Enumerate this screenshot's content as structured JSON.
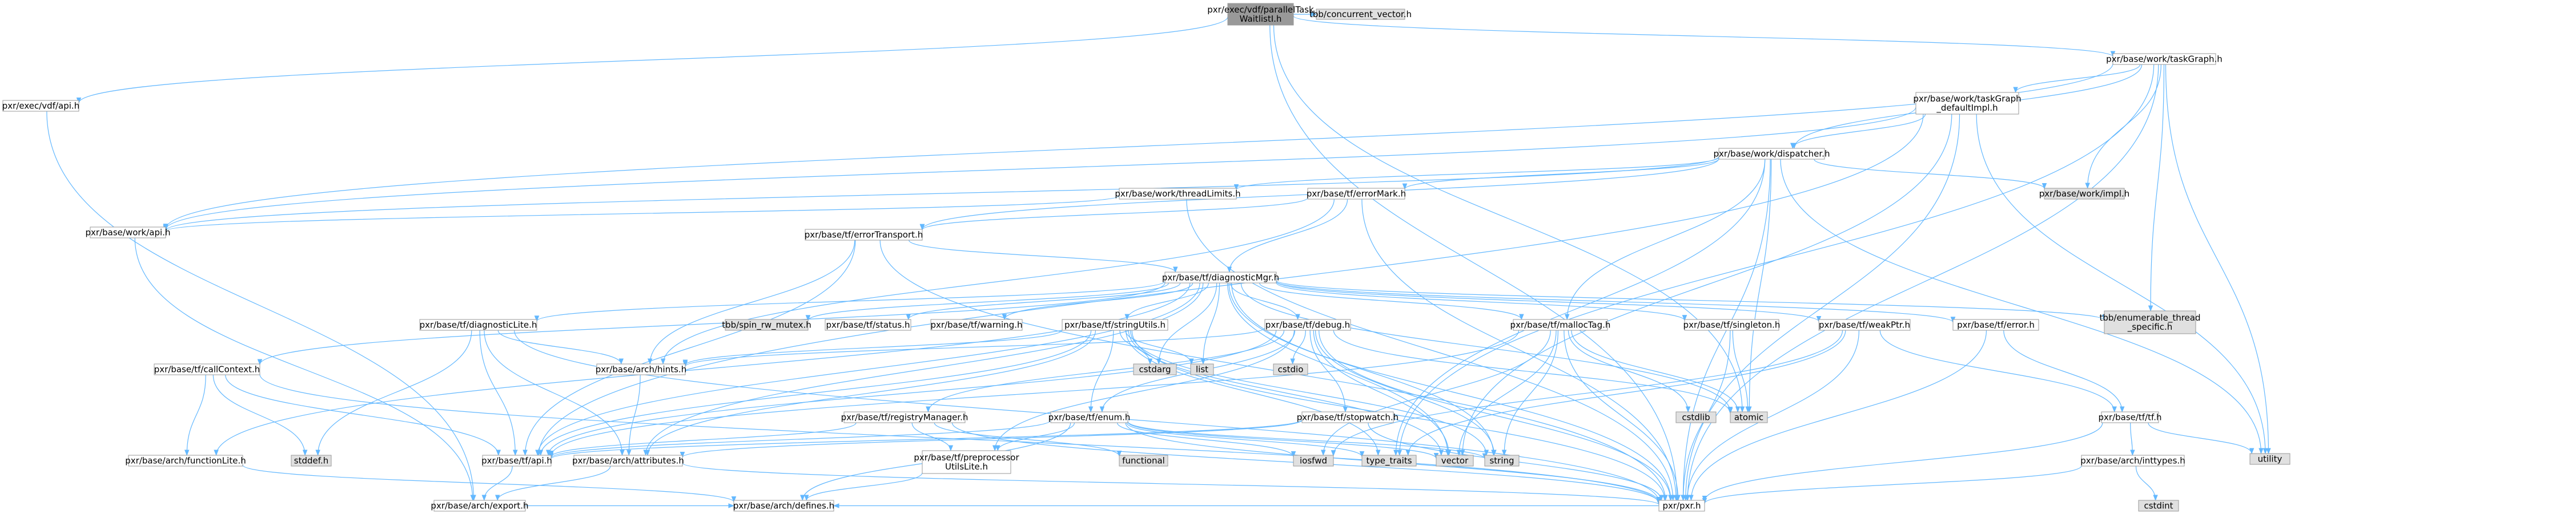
{
  "colors": {
    "root_fill": "#999999",
    "node_fill": "#ffffff",
    "external_fill": "#e0e0e0",
    "truncated_border": "#ff0000",
    "border": "#999999",
    "edge": "#63b8ff",
    "text": "#000000"
  },
  "nodes": [
    {
      "id": "root",
      "lines": [
        "pxr/exec/vdf/parallelTask",
        "WaitlistI.h"
      ],
      "kind": "root"
    },
    {
      "id": "tbb_cv",
      "lines": [
        "tbb/concurrent_vector.h"
      ],
      "kind": "external"
    },
    {
      "id": "exec_api",
      "lines": [
        "pxr/exec/vdf/api.h"
      ],
      "kind": "normal"
    },
    {
      "id": "taskgraph",
      "lines": [
        "pxr/base/work/taskGraph.h"
      ],
      "kind": "normal"
    },
    {
      "id": "taskgraph_impl",
      "lines": [
        "pxr/base/work/taskGraph",
        "_defaultImpl.h"
      ],
      "kind": "normal"
    },
    {
      "id": "dispatcher",
      "lines": [
        "pxr/base/work/dispatcher.h"
      ],
      "kind": "normal"
    },
    {
      "id": "work_threadlimits",
      "lines": [
        "pxr/base/work/threadLimits.h"
      ],
      "kind": "normal"
    },
    {
      "id": "work_impl",
      "lines": [
        "pxr/base/work/impl.h"
      ],
      "kind": "external"
    },
    {
      "id": "tf_errormark",
      "lines": [
        "pxr/base/tf/errorMark.h"
      ],
      "kind": "normal"
    },
    {
      "id": "work_api",
      "lines": [
        "pxr/base/work/api.h"
      ],
      "kind": "normal"
    },
    {
      "id": "tf_errortransport",
      "lines": [
        "pxr/base/tf/errorTransport.h"
      ],
      "kind": "normal"
    },
    {
      "id": "tf_diagnosticmgr",
      "lines": [
        "pxr/base/tf/diagnosticMgr.h"
      ],
      "kind": "normal"
    },
    {
      "id": "tf_diagnosticlite",
      "lines": [
        "pxr/base/tf/diagnosticLite.h"
      ],
      "kind": "truncated"
    },
    {
      "id": "tbb_spin",
      "lines": [
        "tbb/spin_rw_mutex.h"
      ],
      "kind": "external"
    },
    {
      "id": "tf_status",
      "lines": [
        "pxr/base/tf/status.h"
      ],
      "kind": "truncated"
    },
    {
      "id": "tf_warning",
      "lines": [
        "pxr/base/tf/warning.h"
      ],
      "kind": "truncated"
    },
    {
      "id": "tf_stringutils",
      "lines": [
        "pxr/base/tf/stringUtils.h"
      ],
      "kind": "truncated"
    },
    {
      "id": "tf_debug",
      "lines": [
        "pxr/base/tf/debug.h"
      ],
      "kind": "normal"
    },
    {
      "id": "tf_malloctag",
      "lines": [
        "pxr/base/tf/mallocTag.h"
      ],
      "kind": "normal"
    },
    {
      "id": "tf_singleton",
      "lines": [
        "pxr/base/tf/singleton.h"
      ],
      "kind": "truncated"
    },
    {
      "id": "tf_weakptr",
      "lines": [
        "pxr/base/tf/weakPtr.h"
      ],
      "kind": "truncated"
    },
    {
      "id": "tf_error",
      "lines": [
        "pxr/base/tf/error.h"
      ],
      "kind": "truncated"
    },
    {
      "id": "tbb_ets",
      "lines": [
        "tbb/enumerable_thread",
        "_specific.h"
      ],
      "kind": "external"
    },
    {
      "id": "tf_callcontext",
      "lines": [
        "pxr/base/tf/callContext.h"
      ],
      "kind": "normal"
    },
    {
      "id": "arch_hints",
      "lines": [
        "pxr/base/arch/hints.h"
      ],
      "kind": "normal"
    },
    {
      "id": "cstdarg",
      "lines": [
        "cstdarg"
      ],
      "kind": "external"
    },
    {
      "id": "list",
      "lines": [
        "list"
      ],
      "kind": "external"
    },
    {
      "id": "cstdio",
      "lines": [
        "cstdio"
      ],
      "kind": "external"
    },
    {
      "id": "tf_registrymanager",
      "lines": [
        "pxr/base/tf/registryManager.h"
      ],
      "kind": "truncated"
    },
    {
      "id": "tf_enum",
      "lines": [
        "pxr/base/tf/enum.h"
      ],
      "kind": "truncated"
    },
    {
      "id": "tf_stopwatch",
      "lines": [
        "pxr/base/tf/stopwatch.h"
      ],
      "kind": "truncated"
    },
    {
      "id": "cstdlib",
      "lines": [
        "cstdlib"
      ],
      "kind": "external"
    },
    {
      "id": "atomic",
      "lines": [
        "atomic"
      ],
      "kind": "external"
    },
    {
      "id": "tf_tf",
      "lines": [
        "pxr/base/tf/tf.h"
      ],
      "kind": "truncated"
    },
    {
      "id": "utility",
      "lines": [
        "utility"
      ],
      "kind": "external"
    },
    {
      "id": "arch_functionlite",
      "lines": [
        "pxr/base/arch/functionLite.h"
      ],
      "kind": "normal"
    },
    {
      "id": "stddef",
      "lines": [
        "stddef.h"
      ],
      "kind": "external"
    },
    {
      "id": "tf_api",
      "lines": [
        "pxr/base/tf/api.h"
      ],
      "kind": "normal"
    },
    {
      "id": "arch_attributes",
      "lines": [
        "pxr/base/arch/attributes.h"
      ],
      "kind": "truncated"
    },
    {
      "id": "functional",
      "lines": [
        "functional"
      ],
      "kind": "external"
    },
    {
      "id": "tf_preprocessorutilslite",
      "lines": [
        "pxr/base/tf/preprocessor",
        "UtilsLite.h"
      ],
      "kind": "normal"
    },
    {
      "id": "iosfwd",
      "lines": [
        "iosfwd"
      ],
      "kind": "external"
    },
    {
      "id": "type_traits",
      "lines": [
        "type_traits"
      ],
      "kind": "external"
    },
    {
      "id": "vector",
      "lines": [
        "vector"
      ],
      "kind": "external"
    },
    {
      "id": "string",
      "lines": [
        "string"
      ],
      "kind": "external"
    },
    {
      "id": "arch_inttypes",
      "lines": [
        "pxr/base/arch/inttypes.h"
      ],
      "kind": "truncated"
    },
    {
      "id": "cstdint",
      "lines": [
        "cstdint"
      ],
      "kind": "external"
    },
    {
      "id": "arch_export",
      "lines": [
        "pxr/base/arch/export.h"
      ],
      "kind": "normal"
    },
    {
      "id": "pxr",
      "lines": [
        "pxr/pxr.h"
      ],
      "kind": "normal"
    },
    {
      "id": "arch_defines",
      "lines": [
        "pxr/base/arch/defines.h"
      ],
      "kind": "normal"
    }
  ],
  "edges": [
    [
      "root",
      "tbb_cv"
    ],
    [
      "root",
      "exec_api"
    ],
    [
      "root",
      "taskgraph"
    ],
    [
      "root",
      "pxr"
    ],
    [
      "root",
      "atomic"
    ],
    [
      "exec_api",
      "arch_export"
    ],
    [
      "taskgraph",
      "taskgraph_impl"
    ],
    [
      "taskgraph",
      "dispatcher"
    ],
    [
      "taskgraph",
      "work_api"
    ],
    [
      "taskgraph",
      "work_impl"
    ],
    [
      "taskgraph",
      "tbb_ets"
    ],
    [
      "taskgraph",
      "utility"
    ],
    [
      "taskgraph",
      "pxr"
    ],
    [
      "taskgraph",
      "type_traits"
    ],
    [
      "taskgraph_impl",
      "dispatcher"
    ],
    [
      "taskgraph_impl",
      "work_api"
    ],
    [
      "taskgraph_impl",
      "utility"
    ],
    [
      "taskgraph_impl",
      "pxr"
    ],
    [
      "taskgraph_impl",
      "tf_api"
    ],
    [
      "taskgraph_impl",
      "vector"
    ],
    [
      "dispatcher",
      "work_threadlimits"
    ],
    [
      "dispatcher",
      "work_impl"
    ],
    [
      "dispatcher",
      "tf_errormark"
    ],
    [
      "dispatcher",
      "tf_errortransport"
    ],
    [
      "dispatcher",
      "tf_malloctag"
    ],
    [
      "dispatcher",
      "pxr"
    ],
    [
      "dispatcher",
      "utility"
    ],
    [
      "dispatcher",
      "atomic"
    ],
    [
      "dispatcher",
      "type_traits"
    ],
    [
      "dispatcher",
      "work_api"
    ],
    [
      "work_threadlimits",
      "work_api"
    ],
    [
      "work_threadlimits",
      "pxr"
    ],
    [
      "tf_errormark",
      "tf_diagnosticmgr"
    ],
    [
      "tf_errormark",
      "tf_errortransport"
    ],
    [
      "tf_errormark",
      "arch_hints"
    ],
    [
      "tf_errormark",
      "pxr"
    ],
    [
      "work_api",
      "arch_export"
    ],
    [
      "tf_errortransport",
      "tf_diagnosticmgr"
    ],
    [
      "tf_errortransport",
      "arch_hints"
    ],
    [
      "tf_errortransport",
      "pxr"
    ],
    [
      "tf_errortransport",
      "tf_api"
    ],
    [
      "tf_diagnosticmgr",
      "tf_callcontext"
    ],
    [
      "tf_diagnosticmgr",
      "tf_diagnosticlite"
    ],
    [
      "tf_diagnosticmgr",
      "tbb_spin"
    ],
    [
      "tf_diagnosticmgr",
      "tf_status"
    ],
    [
      "tf_diagnosticmgr",
      "tf_warning"
    ],
    [
      "tf_diagnosticmgr",
      "tf_stringutils"
    ],
    [
      "tf_diagnosticmgr",
      "tf_debug"
    ],
    [
      "tf_diagnosticmgr",
      "tf_malloctag"
    ],
    [
      "tf_diagnosticmgr",
      "tf_singleton"
    ],
    [
      "tf_diagnosticmgr",
      "tf_weakptr"
    ],
    [
      "tf_diagnosticmgr",
      "tf_error"
    ],
    [
      "tf_diagnosticmgr",
      "tbb_ets"
    ],
    [
      "tf_diagnosticmgr",
      "cstdarg"
    ],
    [
      "tf_diagnosticmgr",
      "list"
    ],
    [
      "tf_diagnosticmgr",
      "atomic"
    ],
    [
      "tf_diagnosticmgr",
      "string"
    ],
    [
      "tf_diagnosticmgr",
      "vector"
    ],
    [
      "tf_diagnosticmgr",
      "pxr"
    ],
    [
      "tf_diagnosticmgr",
      "tf_api"
    ],
    [
      "tf_diagnosticmgr",
      "arch_functionlite"
    ],
    [
      "tf_diagnosticmgr",
      "arch_attributes"
    ],
    [
      "tf_diagnosticlite",
      "tf_api"
    ],
    [
      "tf_diagnosticlite",
      "arch_attributes"
    ],
    [
      "tf_diagnosticlite",
      "arch_hints"
    ],
    [
      "tf_diagnosticlite",
      "pxr"
    ],
    [
      "tf_diagnosticlite",
      "stddef"
    ],
    [
      "tf_stringutils",
      "arch_attributes"
    ],
    [
      "tf_stringutils",
      "arch_hints"
    ],
    [
      "tf_stringutils",
      "tf_enum"
    ],
    [
      "tf_stringutils",
      "tf_api"
    ],
    [
      "tf_stringutils",
      "cstdarg"
    ],
    [
      "tf_stringutils",
      "list"
    ],
    [
      "tf_stringutils",
      "string"
    ],
    [
      "tf_stringutils",
      "vector"
    ],
    [
      "tf_stringutils",
      "type_traits"
    ],
    [
      "tf_stringutils",
      "pxr"
    ],
    [
      "tf_debug",
      "tf_registrymanager"
    ],
    [
      "tf_debug",
      "tf_enum"
    ],
    [
      "tf_debug",
      "tf_stopwatch"
    ],
    [
      "tf_debug",
      "tf_preprocessorutilslite"
    ],
    [
      "tf_debug",
      "cstdio"
    ],
    [
      "tf_debug",
      "atomic"
    ],
    [
      "tf_debug",
      "string"
    ],
    [
      "tf_debug",
      "vector"
    ],
    [
      "tf_debug",
      "pxr"
    ],
    [
      "tf_debug",
      "tf_api"
    ],
    [
      "tf_debug",
      "arch_hints"
    ],
    [
      "tf_malloctag",
      "cstdlib"
    ],
    [
      "tf_malloctag",
      "string"
    ],
    [
      "tf_malloctag",
      "vector"
    ],
    [
      "tf_malloctag",
      "iosfwd"
    ],
    [
      "tf_malloctag",
      "pxr"
    ],
    [
      "tf_malloctag",
      "tf_api"
    ],
    [
      "tf_malloctag",
      "atomic"
    ],
    [
      "tf_singleton",
      "pxr"
    ],
    [
      "tf_singleton",
      "atomic"
    ],
    [
      "tf_weakptr",
      "tf_tf"
    ],
    [
      "tf_weakptr",
      "pxr"
    ],
    [
      "tf_weakptr",
      "iosfwd"
    ],
    [
      "tf_weakptr",
      "type_traits"
    ],
    [
      "tf_error",
      "pxr"
    ],
    [
      "tf_error",
      "tf_tf"
    ],
    [
      "tf_callcontext",
      "tf_api"
    ],
    [
      "tf_callcontext",
      "arch_functionlite"
    ],
    [
      "tf_callcontext",
      "stddef"
    ],
    [
      "tf_callcontext",
      "pxr"
    ],
    [
      "arch_hints",
      "arch_attributes"
    ],
    [
      "tf_registrymanager",
      "tf_api"
    ],
    [
      "tf_registrymanager",
      "functional"
    ],
    [
      "tf_registrymanager",
      "tf_preprocessorutilslite"
    ],
    [
      "tf_registrymanager",
      "pxr"
    ],
    [
      "tf_enum",
      "arch_defines"
    ],
    [
      "tf_enum",
      "tf_preprocessorutilslite"
    ],
    [
      "tf_enum",
      "iosfwd"
    ],
    [
      "tf_enum",
      "string"
    ],
    [
      "tf_enum",
      "vector"
    ],
    [
      "tf_enum",
      "type_traits"
    ],
    [
      "tf_enum",
      "pxr"
    ],
    [
      "tf_enum",
      "tf_api"
    ],
    [
      "tf_stopwatch",
      "arch_attributes"
    ],
    [
      "tf_stopwatch",
      "pxr"
    ],
    [
      "tf_stopwatch",
      "tf_api"
    ],
    [
      "tf_tf",
      "arch_inttypes"
    ],
    [
      "tf_tf",
      "pxr"
    ],
    [
      "tf_tf",
      "utility"
    ],
    [
      "arch_functionlite",
      "arch_defines"
    ],
    [
      "tf_api",
      "arch_export"
    ],
    [
      "arch_attributes",
      "arch_export"
    ],
    [
      "arch_attributes",
      "pxr"
    ],
    [
      "tf_preprocessorutilslite",
      "arch_defines"
    ],
    [
      "arch_inttypes",
      "cstdint"
    ],
    [
      "arch_inttypes",
      "pxr"
    ],
    [
      "arch_export",
      "arch_defines"
    ],
    [
      "pxr",
      "arch_defines"
    ]
  ]
}
